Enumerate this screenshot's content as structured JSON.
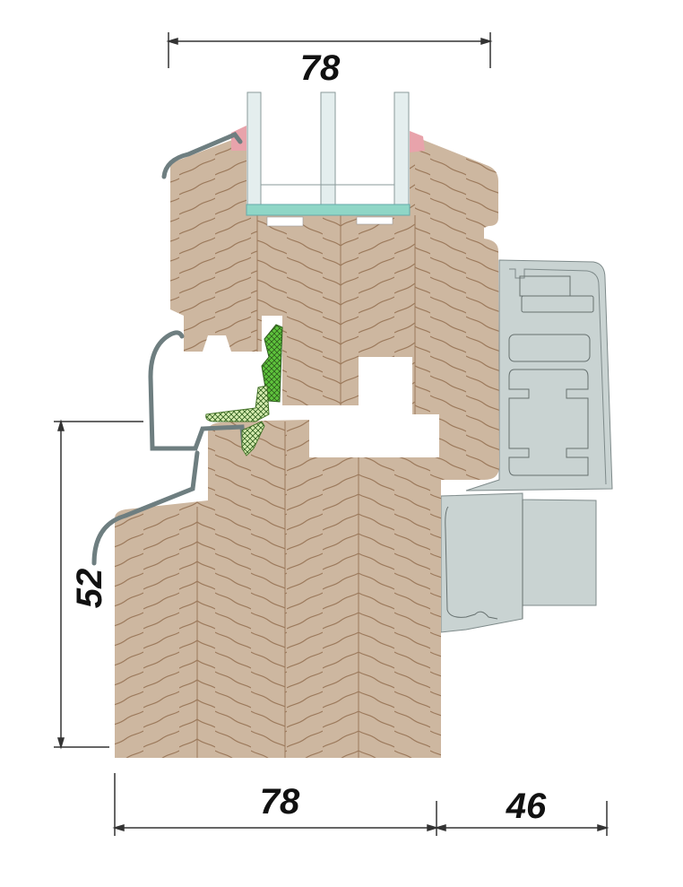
{
  "diagram": {
    "subject": "window-frame-cross-section",
    "dimensions": {
      "top_width": "78",
      "bottom_frame_width": "78",
      "bottom_cladding_width": "46",
      "left_height": "52"
    },
    "colors": {
      "wood": "#cdb7a0",
      "grain": "#9c7a5c",
      "aluminium": "#6e7e80",
      "cladding": "#c9d3d2",
      "gasket_dark": "#5ec43c",
      "gasket_light": "#d6ecb0",
      "glass_spacer": "#e4eeee",
      "glass_strip": "#8fd6c6",
      "seal": "#e8a3ab",
      "dimension": "#333333"
    }
  }
}
